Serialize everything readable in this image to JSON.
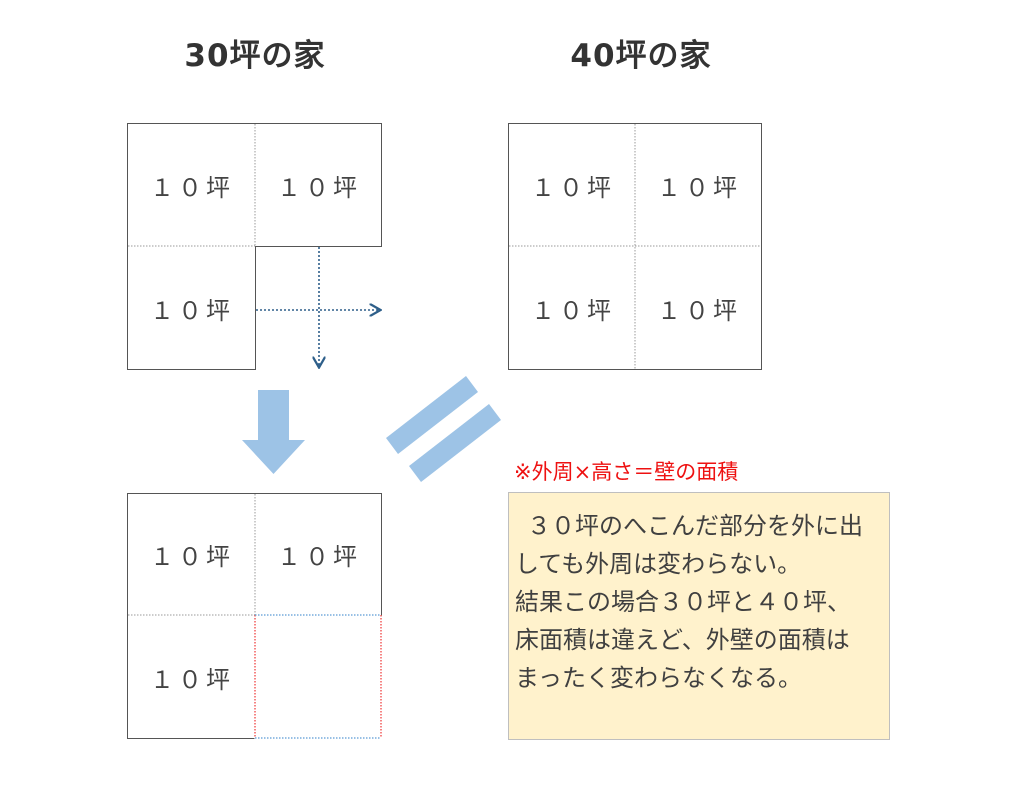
{
  "titles": {
    "left": "30坪の家",
    "right": "40坪の家"
  },
  "cell_label": "１０坪",
  "note": {
    "caption": "※外周×高さ＝壁の面積",
    "lines": [
      "３０坪のへこんだ部分を外に出",
      "しても外周は変わらない。",
      "結果この場合３０坪と４０坪、",
      "床面積は違えど、外壁の面積は",
      "まったく変わらなくなる。"
    ]
  },
  "colors": {
    "border": "#555555",
    "dotted_grey": "#999999",
    "arrow_blue": "#9dc3e6",
    "dotted_arrow": "#2e5f8a",
    "red_dotted": "#ee3333",
    "blue_dotted": "#5b9bd5",
    "note_bg": "#fff2cc",
    "caption_red": "#ee1111"
  }
}
